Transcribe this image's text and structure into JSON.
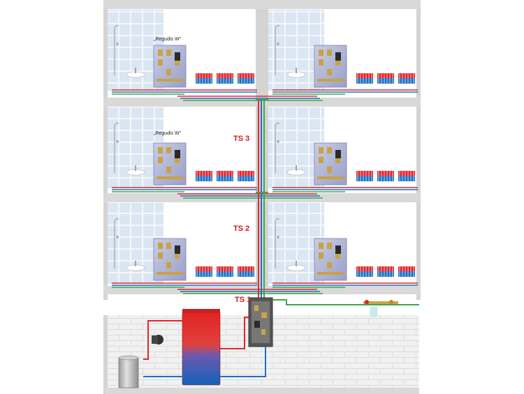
{
  "labels": {
    "station_name_1": "„Regudis W“",
    "station_name_2": "„Regudis W“",
    "ts3": "TS 3",
    "ts2": "TS 2",
    "ts1": "TS 1"
  },
  "colors": {
    "supply": "#e3262b",
    "return": "#1f6fc4",
    "cold_water": "#3aa84a",
    "label_red": "#d6151b",
    "floor_slab": "#d9d9d9",
    "tile": "#d7e3f2",
    "tank_top": "#e32322",
    "tank_bottom": "#1560b8"
  },
  "icons": [
    "shower-icon",
    "washbasin-icon",
    "radiator-icon",
    "pump-icon",
    "buffer-tank-icon",
    "heat-station-icon",
    "water-filter-icon"
  ]
}
